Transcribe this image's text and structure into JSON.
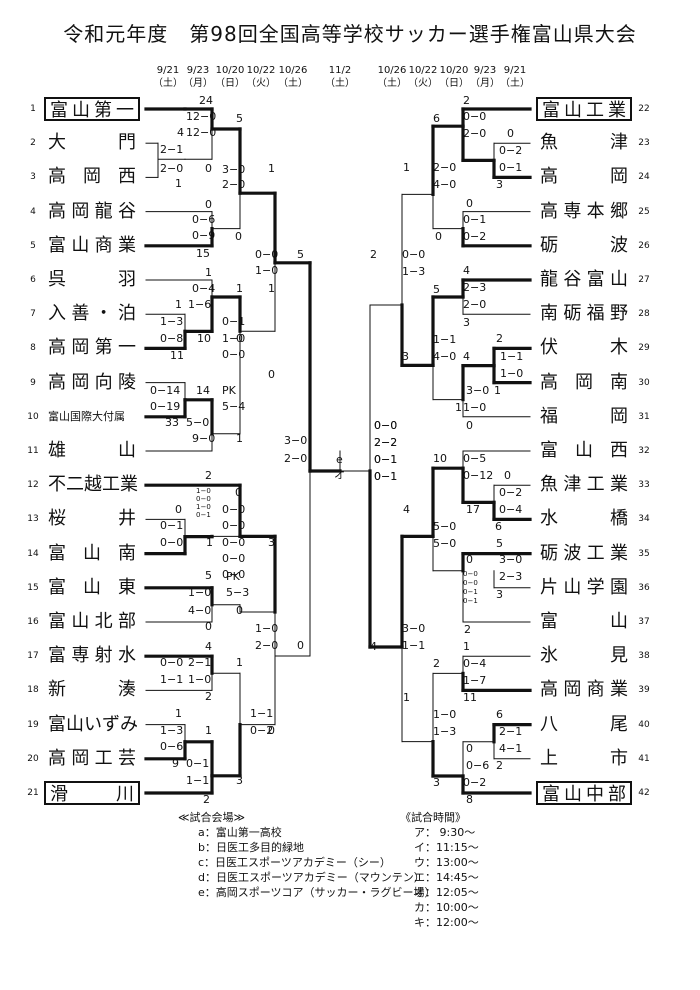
{
  "title": "令和元年度　第98回全国高等学校サッカー選手権富山県大会",
  "header_left": [
    {
      "date": "9/21",
      "day": "（土）"
    },
    {
      "date": "9/23",
      "day": "（月）"
    },
    {
      "date": "10/20",
      "day": "（日）"
    },
    {
      "date": "10/22",
      "day": "（火）"
    },
    {
      "date": "10/26",
      "day": "（土）"
    }
  ],
  "header_center": {
    "date": "11/2",
    "day": "（土）"
  },
  "header_right": [
    {
      "date": "10/26",
      "day": "（土）"
    },
    {
      "date": "10/22",
      "day": "（火）"
    },
    {
      "date": "10/20",
      "day": "（日）"
    },
    {
      "date": "9/23",
      "day": "（月）"
    },
    {
      "date": "9/21",
      "day": "（土）"
    }
  ],
  "left_teams": [
    {
      "no": "1",
      "name": "富山第一",
      "boxed": true
    },
    {
      "no": "2",
      "name": "大　　門"
    },
    {
      "no": "3",
      "name": "高　岡　西"
    },
    {
      "no": "4",
      "name": "高岡龍谷"
    },
    {
      "no": "5",
      "name": "富山商業"
    },
    {
      "no": "6",
      "name": "呉　　羽"
    },
    {
      "no": "7",
      "name": "入善・泊"
    },
    {
      "no": "8",
      "name": "高岡第一"
    },
    {
      "no": "9",
      "name": "高岡向陵"
    },
    {
      "no": "10",
      "name": "富山国際大付属",
      "small": true
    },
    {
      "no": "11",
      "name": "雄　　山"
    },
    {
      "no": "12",
      "name": "不二越工業"
    },
    {
      "no": "13",
      "name": "桜　　井"
    },
    {
      "no": "14",
      "name": "富　山　南"
    },
    {
      "no": "15",
      "name": "富　山　東"
    },
    {
      "no": "16",
      "name": "富山北部"
    },
    {
      "no": "17",
      "name": "富専射水"
    },
    {
      "no": "18",
      "name": "新　　湊"
    },
    {
      "no": "19",
      "name": "富山いずみ"
    },
    {
      "no": "20",
      "name": "高岡工芸"
    },
    {
      "no": "21",
      "name": "滑　　川",
      "boxed": true
    }
  ],
  "right_teams": [
    {
      "no": "22",
      "name": "富山工業",
      "boxed": true
    },
    {
      "no": "23",
      "name": "魚　　津"
    },
    {
      "no": "24",
      "name": "高　　岡"
    },
    {
      "no": "25",
      "name": "高専本郷"
    },
    {
      "no": "26",
      "name": "砺　　波"
    },
    {
      "no": "27",
      "name": "龍谷富山"
    },
    {
      "no": "28",
      "name": "南砺福野"
    },
    {
      "no": "29",
      "name": "伏　　木"
    },
    {
      "no": "30",
      "name": "高　岡　南"
    },
    {
      "no": "31",
      "name": "福　　岡"
    },
    {
      "no": "32",
      "name": "富　山　西"
    },
    {
      "no": "33",
      "name": "魚津工業"
    },
    {
      "no": "34",
      "name": "水　　橋"
    },
    {
      "no": "35",
      "name": "砺波工業"
    },
    {
      "no": "36",
      "name": "片山学園"
    },
    {
      "no": "37",
      "name": "富　　山"
    },
    {
      "no": "38",
      "name": "氷　　見"
    },
    {
      "no": "39",
      "name": "高岡商業"
    },
    {
      "no": "40",
      "name": "八　　尾"
    },
    {
      "no": "41",
      "name": "上　　市"
    },
    {
      "no": "42",
      "name": "富山中部",
      "boxed": true
    }
  ],
  "scores": {
    "l1": "24",
    "l2": "12−0",
    "l3": "4",
    "l4": "12−0",
    "l5": "2−1",
    "l6": "2−0",
    "l7": "1",
    "l8": "0",
    "l9": "5",
    "l10": "3−0",
    "l11": "2−0",
    "l12": "1",
    "l13": "0",
    "l14": "0−6",
    "l15": "0−9",
    "l16": "15",
    "l17": "0",
    "l18": "0−0",
    "l19": "1−0",
    "l20": "5",
    "l21": "1",
    "l22": "0−4",
    "l23": "1",
    "l24": "1−6",
    "l25": "1",
    "l26": "1",
    "l27": "1−3",
    "l28": "0−8",
    "l29": "11",
    "l30": "10",
    "l31": "0−1",
    "l32": "1−0",
    "l33": "0−0",
    "l34": "0",
    "l35": "0",
    "l36": "0−14",
    "l37": "0−19",
    "l38": "14",
    "l39": "33",
    "l40": "5−0",
    "l41": "PK",
    "l42": "5−4",
    "l43": "9−0",
    "l44": "1",
    "l45": "3−0",
    "l46": "2−0",
    "l47": "2",
    "l48": "1−0",
    "l49": "0−0",
    "l50": "1−0",
    "l51": "0−1",
    "l52": "0",
    "l53": "0",
    "l54": "0−1",
    "l55": "0−0",
    "l56": "1",
    "l57": "0−0",
    "l58": "0−0",
    "l59": "0−0",
    "l60": "0−0",
    "l61": "0−0",
    "l62": "3",
    "l63": "5",
    "l64": "1−0",
    "l65": "PK",
    "l66": "5−3",
    "l67": "4−0",
    "l68": "0",
    "l69": "0",
    "l70": "1−0",
    "l71": "2−0",
    "l72": "0",
    "l73": "4",
    "l74": "0−0",
    "l75": "2−1",
    "l76": "1",
    "l77": "1−1",
    "l78": "1−0",
    "l79": "2",
    "l80": "1",
    "l81": "1−3",
    "l82": "1",
    "l83": "0−6",
    "l84": "1−1",
    "l85": "0−2",
    "l86": "0",
    "l87": "9",
    "l88": "0−1",
    "l89": "1−1",
    "l90": "3",
    "l91": "2",
    "c1": "0−0",
    "c2": "2−2",
    "c3": "0−1",
    "c4": "0−1",
    "cv": "e",
    "ct": "オ",
    "r1": "2",
    "r2": "0−0",
    "r3": "6",
    "r4": "2−0",
    "r5": "0",
    "r6": "0−2",
    "r7": "0−1",
    "r8": "1",
    "r9": "2−0",
    "r10": "4−0",
    "r11": "3",
    "r12": "0",
    "r13": "0−1",
    "r14": "0",
    "r15": "0−2",
    "r16": "2",
    "r17": "0−0",
    "r18": "1−3",
    "r19": "4",
    "r20": "5",
    "r21": "2−3",
    "r22": "2−0",
    "r23": "3",
    "r24": "3",
    "r25": "1−1",
    "r26": "4−0",
    "r27": "4",
    "r28": "2",
    "r29": "1−1",
    "r30": "1−0",
    "r31": "3−0",
    "r32": "1",
    "r33": "1",
    "r34": "1−0",
    "r35": "0",
    "r36": "0−0",
    "r37": "2−2",
    "r38": "0−1",
    "r39": "0−1",
    "r40": "10",
    "r41": "0−5",
    "r42": "0−12",
    "r43": "0",
    "r44": "0−2",
    "r45": "17",
    "r46": "0−4",
    "r47": "6",
    "r48": "4",
    "r49": "5−0",
    "r50": "5−0",
    "r51": "5",
    "r52": "0",
    "r53": "3−0",
    "r54": "2−3",
    "r55": "0−0",
    "r56": "0−0",
    "r57": "0−1",
    "r58": "0−1",
    "r59": "3",
    "r60": "2",
    "r61": "4",
    "r62": "3−0",
    "r63": "1−1",
    "r64": "1",
    "r65": "2",
    "r66": "0−4",
    "r67": "1−7",
    "r68": "11",
    "r69": "1",
    "r70": "1−0",
    "r71": "1−3",
    "r72": "6",
    "r73": "2−1",
    "r74": "4−1",
    "r75": "0",
    "r76": "0−6",
    "r77": "2",
    "r78": "0−2",
    "r79": "3",
    "r80": "8"
  },
  "venues_title": "≪試合会場≫",
  "venues": [
    "a：富山第一高校",
    "b：日医工多目的緑地",
    "c：日医工スポーツアカデミー（シー）",
    "d：日医工スポーツアカデミー（マウンテン）",
    "e：高岡スポーツコア（サッカー・ラグビー場）"
  ],
  "times_title": "《試合時間》",
  "times": [
    "ア：  9:30〜",
    "イ：11:15〜",
    "ウ：13:00〜",
    "エ：14:45〜",
    "オ：12:05〜",
    "カ：10:00〜",
    "キ：12:00〜"
  ]
}
